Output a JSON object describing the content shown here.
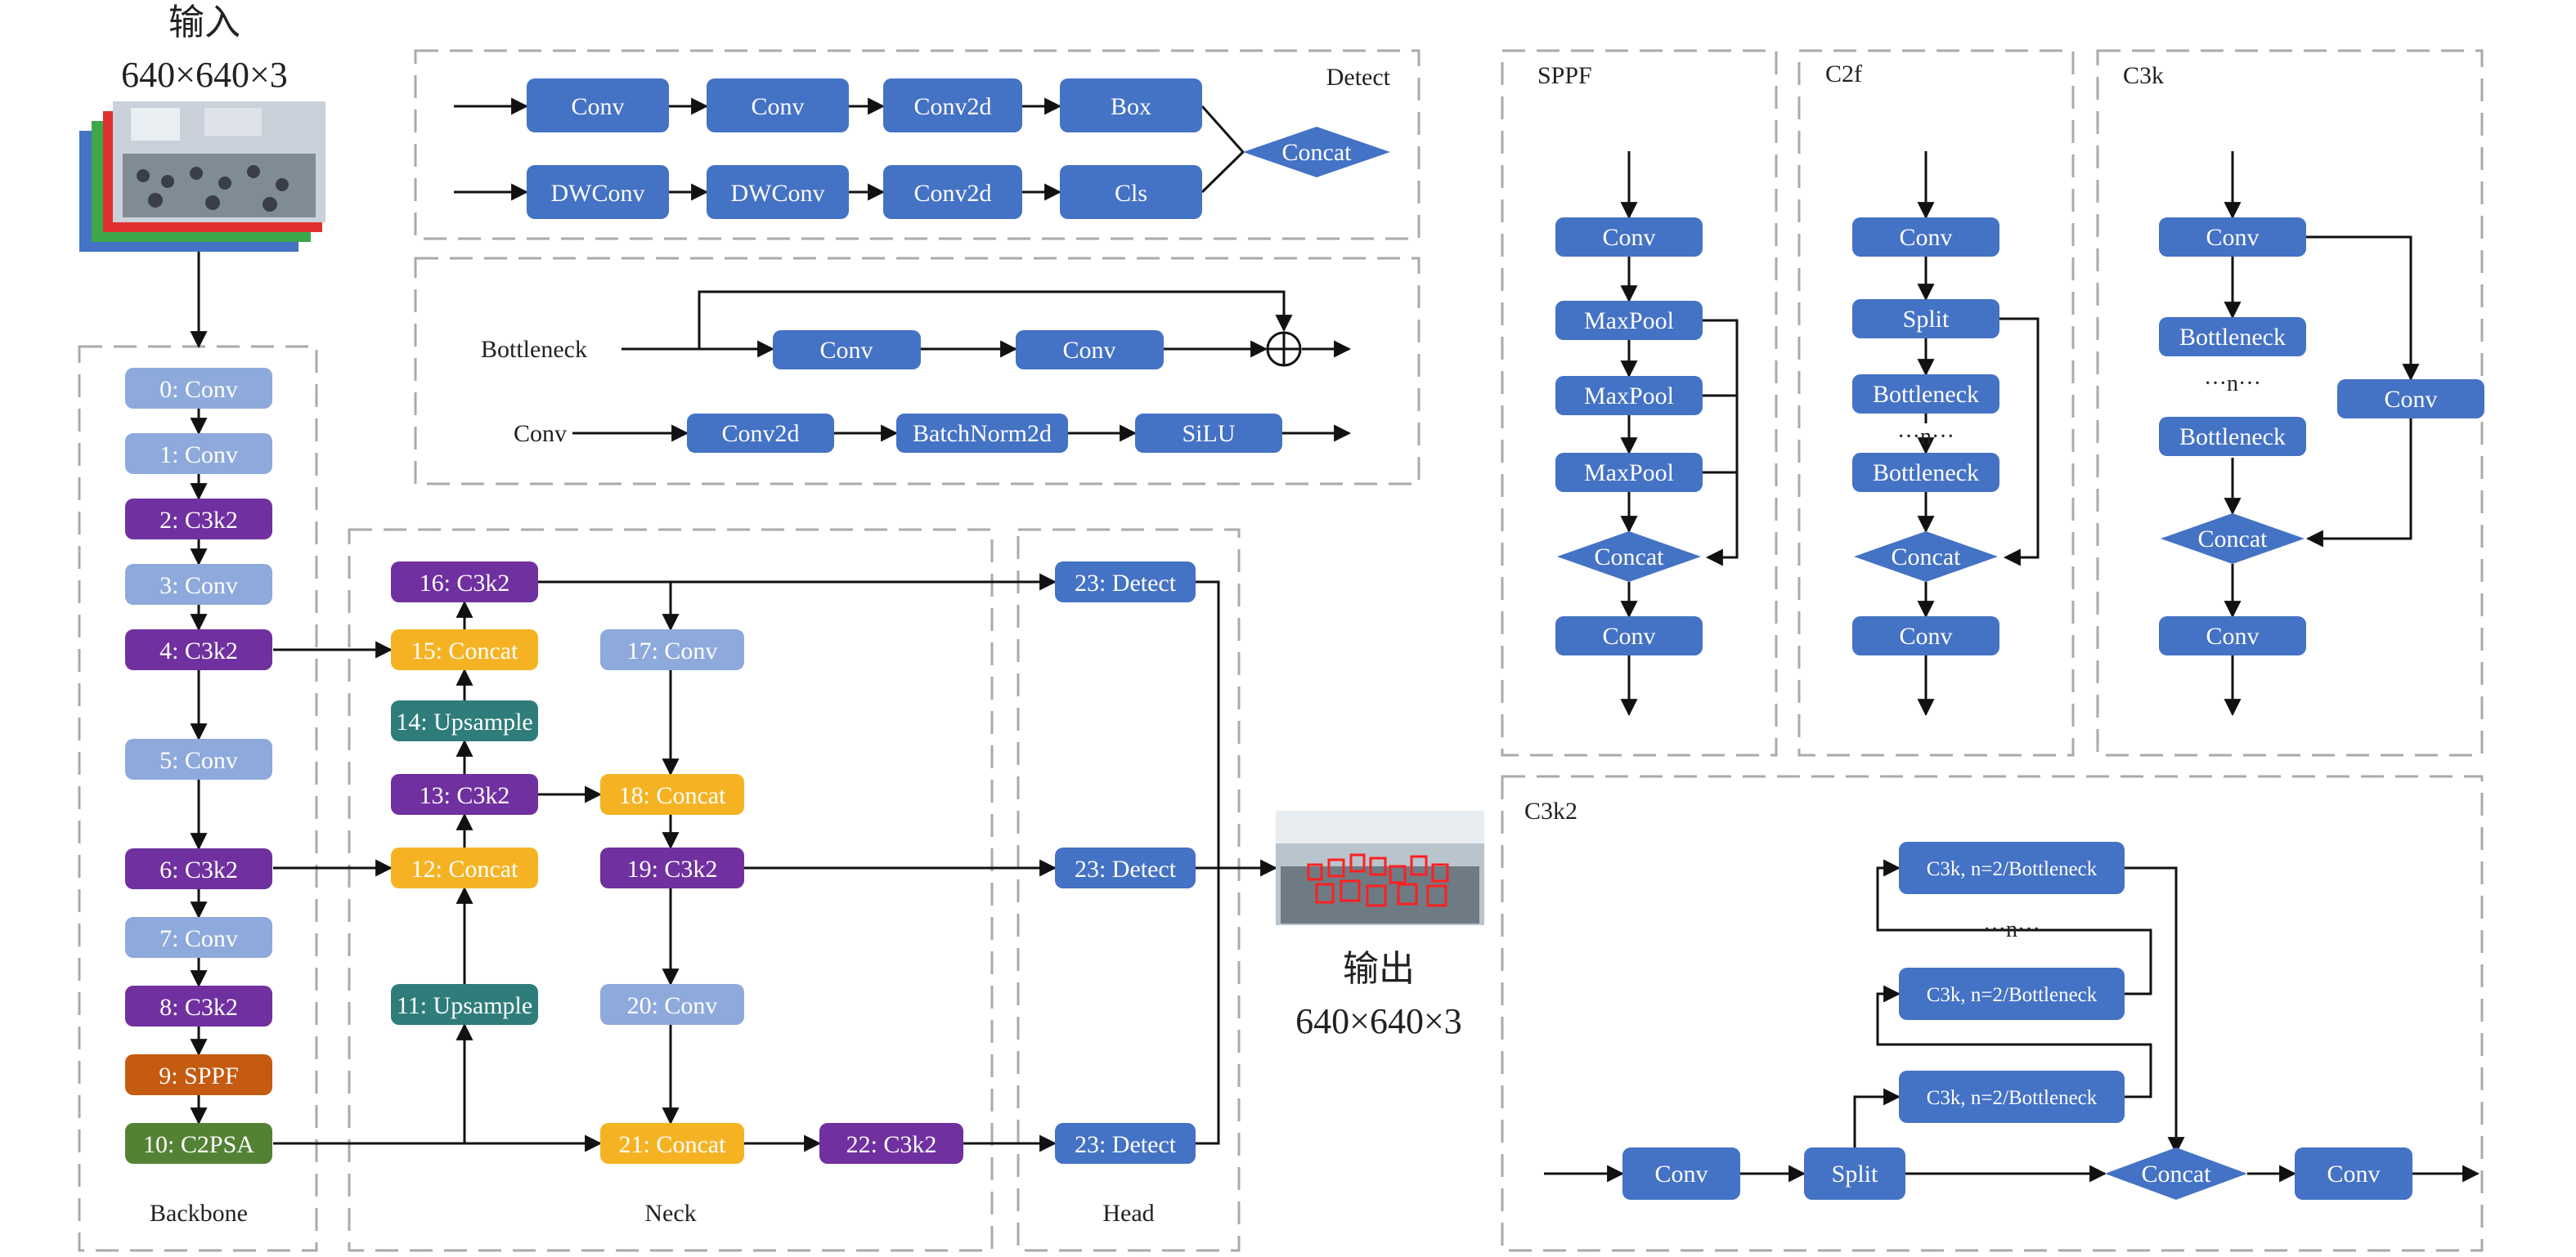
{
  "colors": {
    "blue": "#4472C4",
    "light_blue": "#8EA9DB",
    "purple": "#7030A0",
    "orange": "#F5B324",
    "teal": "#2E7D7B",
    "sppf_orange": "#C55A11",
    "green": "#548235",
    "dash": "#AAAAAA"
  },
  "input": {
    "title": "输入",
    "size": "640×640×3"
  },
  "output": {
    "title": "输出",
    "size": "640×640×3"
  },
  "backbone": {
    "label": "Backbone",
    "nodes": [
      "0: Conv",
      "1: Conv",
      "2: C3k2",
      "3: Conv",
      "4: C3k2",
      "5: Conv",
      "6: C3k2",
      "7: Conv",
      "8: C3k2",
      "9: SPPF",
      "10: C2PSA"
    ]
  },
  "neck": {
    "label": "Neck",
    "nodes": [
      "16: C3k2",
      "15: Concat",
      "14: Upsample",
      "13: C3k2",
      "12: Concat",
      "11: Upsample",
      "17: Conv",
      "18: Concat",
      "19: C3k2",
      "20: Conv",
      "21: Concat",
      "22: C3k2"
    ]
  },
  "head": {
    "label": "Head",
    "nodes": [
      "23: Detect",
      "23: Detect",
      "23: Detect"
    ]
  },
  "detect": {
    "label": "Detect",
    "row1": [
      "Conv",
      "Conv",
      "Conv2d",
      "Box"
    ],
    "row2": [
      "DWConv",
      "DWConv",
      "Conv2d",
      "Cls"
    ],
    "concat": "Concat"
  },
  "bottleneck_conv": {
    "bottleneck_label": "Bottleneck",
    "bottleneck_nodes": [
      "Conv",
      "Conv"
    ],
    "conv_label": "Conv",
    "conv_nodes": [
      "Conv2d",
      "BatchNorm2d",
      "SiLU"
    ]
  },
  "sppf": {
    "label": "SPPF",
    "nodes": [
      "Conv",
      "MaxPool",
      "MaxPool",
      "MaxPool",
      "Concat",
      "Conv"
    ]
  },
  "c2f": {
    "label": "C2f",
    "nodes": [
      "Conv",
      "Split",
      "Bottleneck",
      "···n···",
      "Bottleneck",
      "Concat",
      "Conv"
    ]
  },
  "c3k": {
    "label": "C3k",
    "nodes": [
      "Conv",
      "Bottleneck",
      "···n···",
      "Bottleneck",
      "Conv",
      "Concat",
      "Conv"
    ]
  },
  "c3k2": {
    "label": "C3k2",
    "nodes": [
      "Conv",
      "Split",
      "Concat",
      "Conv"
    ],
    "branches": [
      "C3k, n=2/Bottleneck",
      "···n···",
      "C3k, n=2/Bottleneck",
      "C3k, n=2/Bottleneck"
    ]
  }
}
